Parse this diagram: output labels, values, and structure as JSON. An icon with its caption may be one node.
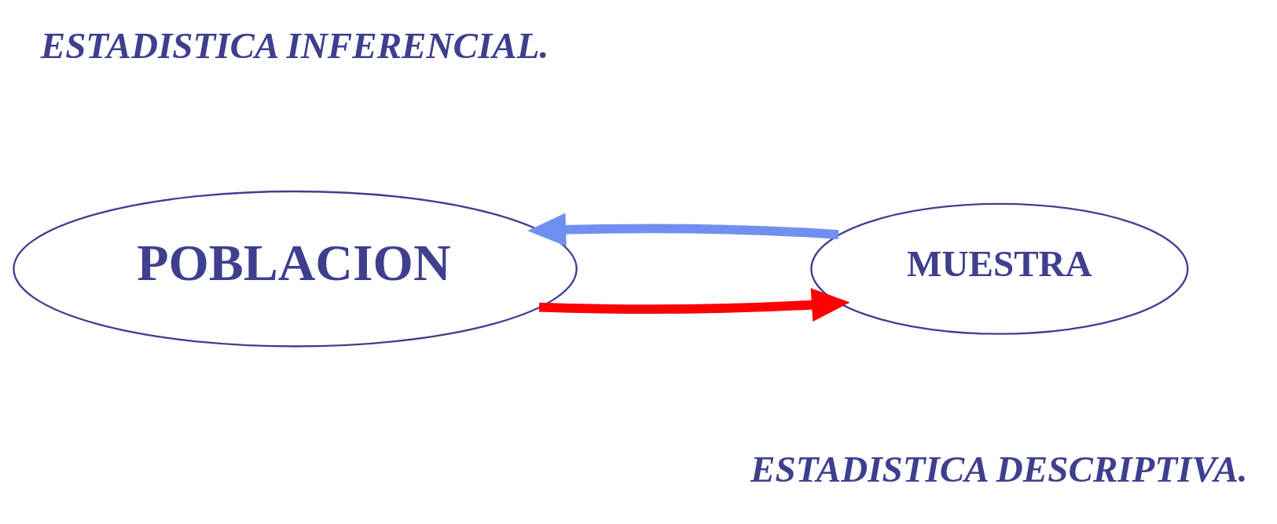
{
  "diagram": {
    "nodes": [
      {
        "text": [
          "POBLACION"
        ]
      },
      {
        "text": [
          "MUESTRA"
        ]
      }
    ],
    "edges": [
      {
        "from": 0,
        "to": 1,
        "arrow": "to",
        "color": "#ff0000"
      },
      {
        "from": 1,
        "to": 0,
        "arrow": "to",
        "color": "#7090f0"
      }
    ],
    "labels": [
      "ESTADISTICA DESCRIPTIVA.",
      "ESTADISTICA INFERENCIAL."
    ]
  }
}
